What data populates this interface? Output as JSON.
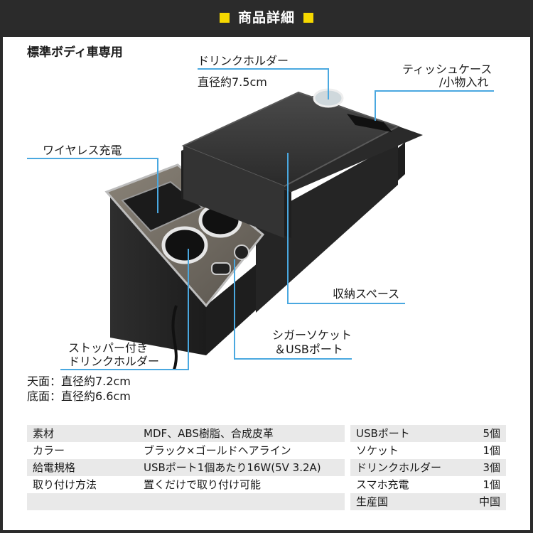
{
  "header": {
    "title": "商品詳細"
  },
  "model_label": "標準ボディ車専用",
  "callouts": {
    "drink_holder_top": {
      "line1": "ドリンクホルダー",
      "line2": "直径約7.5cm"
    },
    "tissue_case": {
      "line1": "ティッシュケース",
      "line2": "/小物入れ"
    },
    "wireless_charging": {
      "line1": "ワイヤレス充電"
    },
    "storage_space": {
      "line1": "収納スペース"
    },
    "cigar_socket": {
      "line1": "シガーソケット",
      "line2": "＆USBポート"
    },
    "stopper_holder": {
      "line1": "ストッパー付き",
      "line2": "ドリンクホルダー",
      "line3": "天面：直径約7.2cm",
      "line4": "底面：直径約6.6cm"
    }
  },
  "accent_color": "#4aa8e0",
  "spec_left": [
    {
      "label": "素材",
      "value": "MDF、ABS樹脂、合成皮革"
    },
    {
      "label": "カラー",
      "value": "ブラック×ゴールドヘアライン"
    },
    {
      "label": "給電規格",
      "value": "USBポート1個あたり16W(5V 3.2A)"
    },
    {
      "label": "取り付け方法",
      "value": "置くだけで取り付け可能"
    },
    {
      "label": "",
      "value": ""
    }
  ],
  "spec_right": [
    {
      "label": "USBポート",
      "value": "5個"
    },
    {
      "label": "ソケット",
      "value": "1個"
    },
    {
      "label": "ドリンクホルダー",
      "value": "3個"
    },
    {
      "label": "スマホ充電",
      "value": "1個"
    },
    {
      "label": "生産国",
      "value": "中国"
    }
  ]
}
